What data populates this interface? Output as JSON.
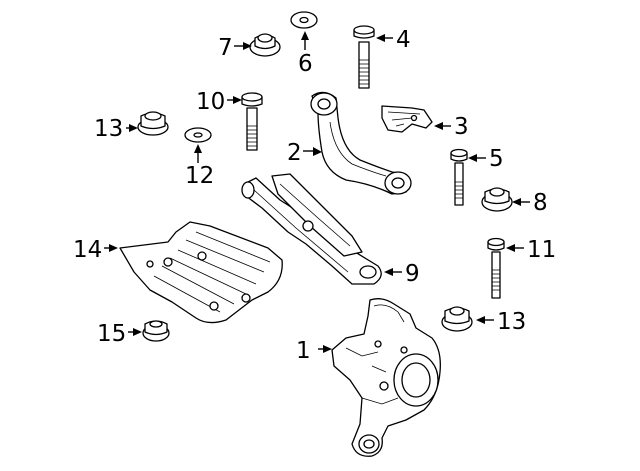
{
  "diagram": {
    "callouts": [
      {
        "id": "c1",
        "label": "1"
      },
      {
        "id": "c2",
        "label": "2"
      },
      {
        "id": "c3",
        "label": "3"
      },
      {
        "id": "c4",
        "label": "4"
      },
      {
        "id": "c5",
        "label": "5"
      },
      {
        "id": "c6",
        "label": "6"
      },
      {
        "id": "c7",
        "label": "7"
      },
      {
        "id": "c8",
        "label": "8"
      },
      {
        "id": "c9",
        "label": "9"
      },
      {
        "id": "c10",
        "label": "10"
      },
      {
        "id": "c11",
        "label": "11"
      },
      {
        "id": "c12",
        "label": "12"
      },
      {
        "id": "c13a",
        "label": "13"
      },
      {
        "id": "c13b",
        "label": "13"
      },
      {
        "id": "c14",
        "label": "14"
      },
      {
        "id": "c15",
        "label": "15"
      }
    ]
  }
}
